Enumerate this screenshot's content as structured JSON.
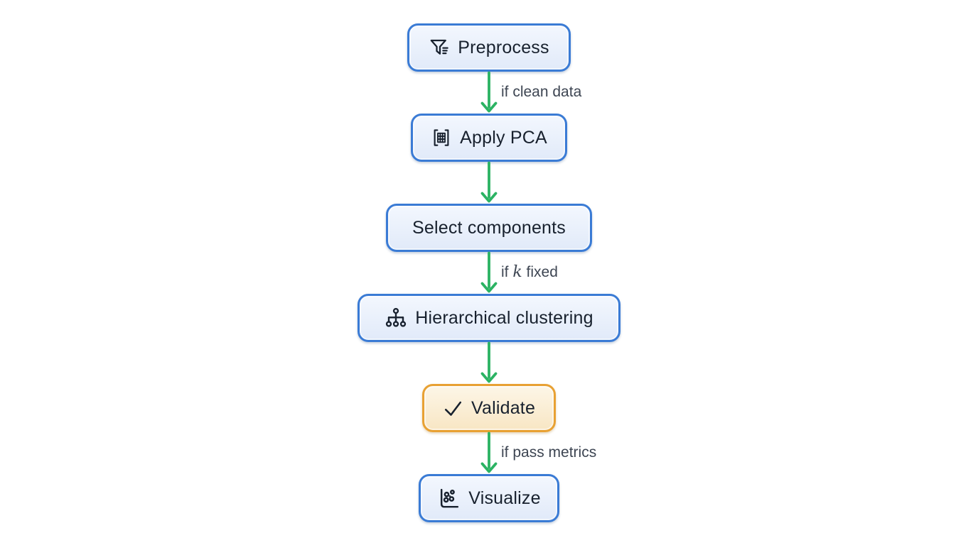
{
  "flowchart": {
    "nodes": [
      {
        "label": "Preprocess",
        "icon": "filter-icon",
        "variant": "blue"
      },
      {
        "label": "Apply PCA",
        "icon": "matrix-icon",
        "variant": "blue"
      },
      {
        "label": "Select components",
        "icon": "none",
        "variant": "blue"
      },
      {
        "label": "Hierarchical clustering",
        "icon": "hierarchy-icon",
        "variant": "blue"
      },
      {
        "label": "Validate",
        "icon": "check-icon",
        "variant": "orange"
      },
      {
        "label": "Visualize",
        "icon": "scatter-icon",
        "variant": "blue"
      }
    ],
    "edges": [
      {
        "from": "Preprocess",
        "to": "Apply PCA",
        "label": "if clean data"
      },
      {
        "from": "Apply PCA",
        "to": "Select components",
        "label": ""
      },
      {
        "from": "Select components",
        "to": "Hierarchical clustering",
        "label_prefix": "if ",
        "label_math": "k",
        "label_suffix": " fixed"
      },
      {
        "from": "Hierarchical clustering",
        "to": "Validate",
        "label": ""
      },
      {
        "from": "Validate",
        "to": "Visualize",
        "label": "if pass metrics"
      }
    ],
    "colors": {
      "node_border_blue": "#3A7BD5",
      "node_fill_blue_top": "#F3F7FE",
      "node_fill_blue_bottom": "#E1EAF9",
      "node_border_orange": "#E8A133",
      "node_fill_orange_top": "#FDF6E7",
      "node_fill_orange_bottom": "#F8E6C4",
      "arrow_green": "#2BB363",
      "node_text": "#18212E",
      "edge_label_text": "#3D4552",
      "canvas_bg": "#FFFFFF"
    }
  }
}
